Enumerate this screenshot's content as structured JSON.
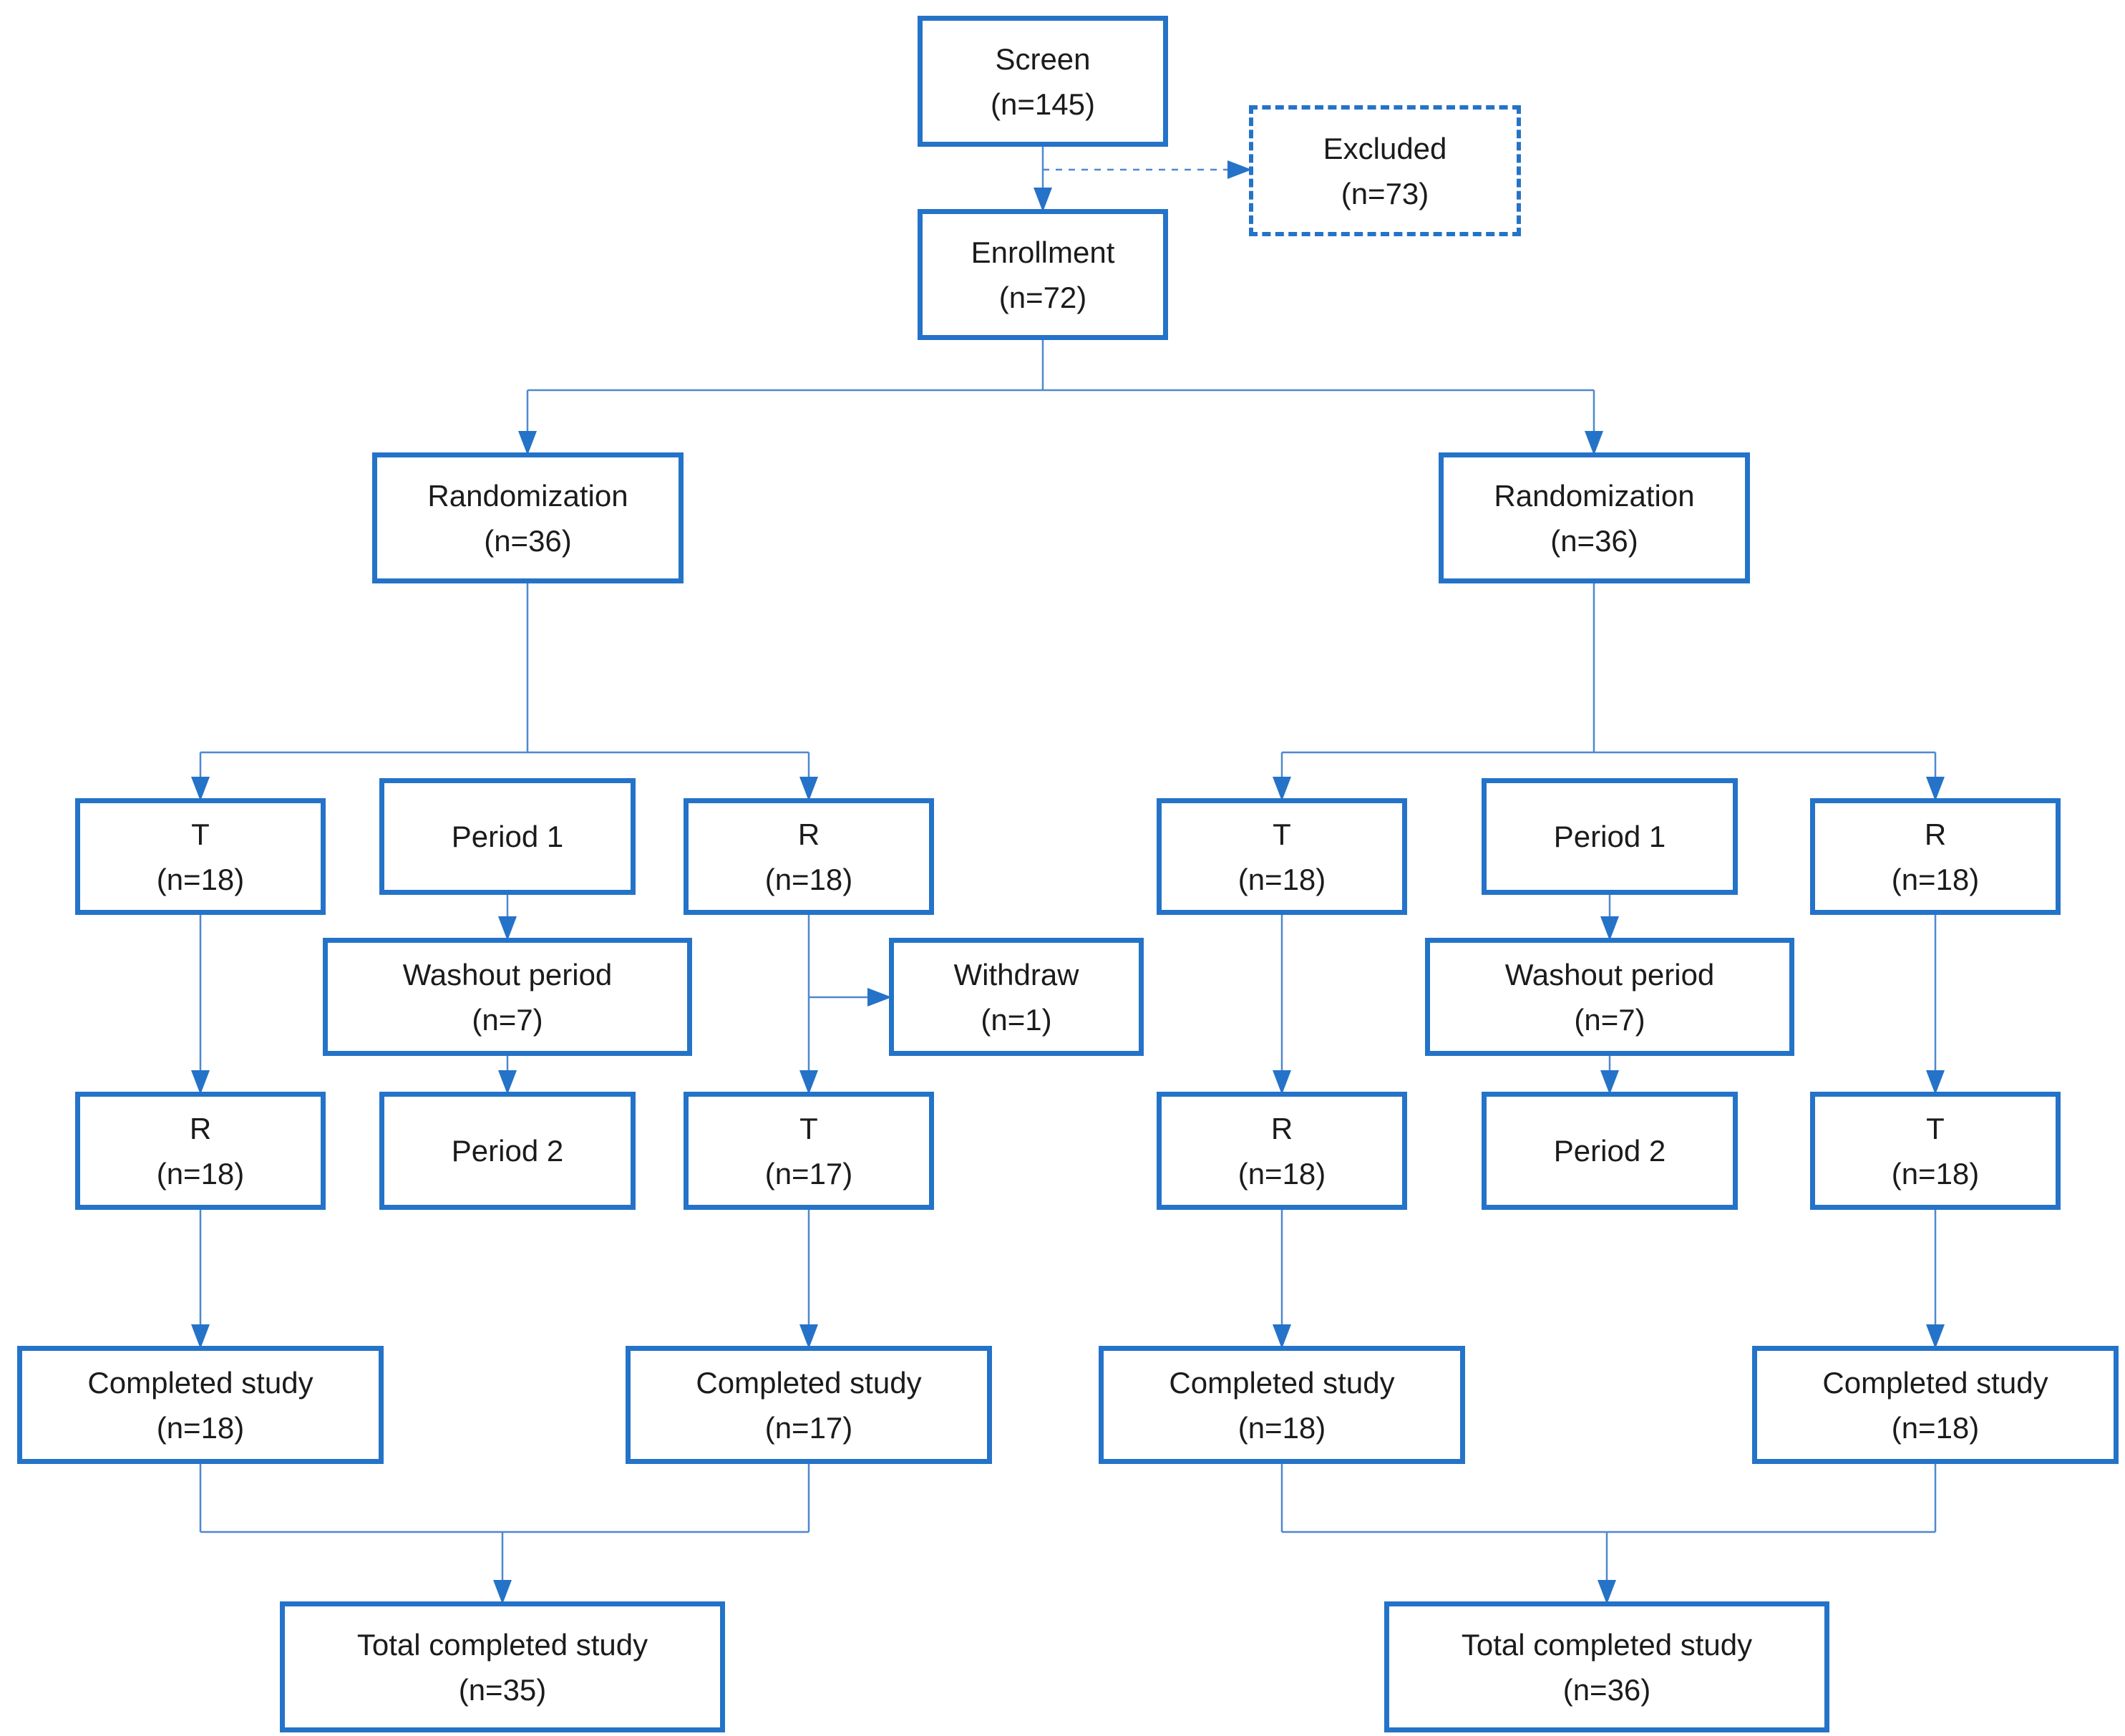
{
  "colors": {
    "box_border": "#2473C8",
    "line": "#4F88CF",
    "text": "#1B1B1B",
    "background": "#FFFFFF"
  },
  "nodes": {
    "screen": {
      "line1": "Screen",
      "line2": "(n=145)"
    },
    "excluded": {
      "line1": "Excluded",
      "line2": "(n=73)"
    },
    "enrollment": {
      "line1": "Enrollment",
      "line2": "(n=72)"
    },
    "randomization_left": {
      "line1": "Randomization",
      "line2": "(n=36)"
    },
    "randomization_right": {
      "line1": "Randomization",
      "line2": "(n=36)"
    },
    "left_t_period1": {
      "line1": "T",
      "line2": "(n=18)"
    },
    "left_period1": {
      "line1": "Period 1"
    },
    "left_r_period1": {
      "line1": "R",
      "line2": "(n=18)"
    },
    "left_washout": {
      "line1": "Washout period",
      "line2": "(n=7)"
    },
    "left_withdraw": {
      "line1": "Withdraw",
      "line2": "(n=1)"
    },
    "left_r_period2": {
      "line1": "R",
      "line2": "(n=18)"
    },
    "left_period2": {
      "line1": "Period 2"
    },
    "left_t_period2": {
      "line1": "T",
      "line2": "(n=17)"
    },
    "left_completed_tr": {
      "line1": "Completed study",
      "line2": "(n=18)"
    },
    "left_completed_rt": {
      "line1": "Completed study",
      "line2": "(n=17)"
    },
    "left_total": {
      "line1": "Total completed study",
      "line2": "(n=35)"
    },
    "right_t_period1": {
      "line1": "T",
      "line2": "(n=18)"
    },
    "right_period1": {
      "line1": "Period 1"
    },
    "right_r_period1": {
      "line1": "R",
      "line2": "(n=18)"
    },
    "right_washout": {
      "line1": "Washout period",
      "line2": "(n=7)"
    },
    "right_r_period2": {
      "line1": "R",
      "line2": "(n=18)"
    },
    "right_period2": {
      "line1": "Period 2"
    },
    "right_t_period2": {
      "line1": "T",
      "line2": "(n=18)"
    },
    "right_completed_tr": {
      "line1": "Completed study",
      "line2": "(n=18)"
    },
    "right_completed_rt": {
      "line1": "Completed study",
      "line2": "(n=18)"
    },
    "right_total": {
      "line1": "Total completed study",
      "line2": "(n=36)"
    }
  }
}
